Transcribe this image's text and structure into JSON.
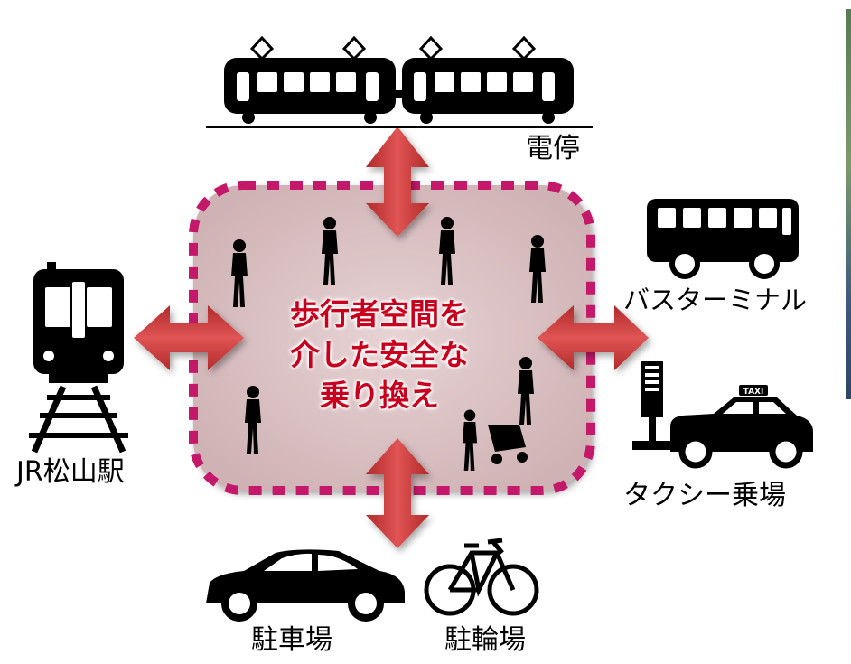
{
  "center_text": [
    "歩行者空間を",
    "介した安全な",
    "乗り換え"
  ],
  "labels": {
    "tram_stop": "電停",
    "bus_terminal": "バスターミナル",
    "jr_station": "JR松山駅",
    "taxi_stand": "タクシー乗場",
    "parking": "駐車場",
    "bicycle_parking": "駐輪場"
  },
  "taxi_sign": "TAXI",
  "colors": {
    "hub_fill": "#dcc3c4",
    "hub_border": "#c4186a",
    "arrow": "#d13b3b",
    "center_text": "#c8001e",
    "icons": "#000000"
  }
}
